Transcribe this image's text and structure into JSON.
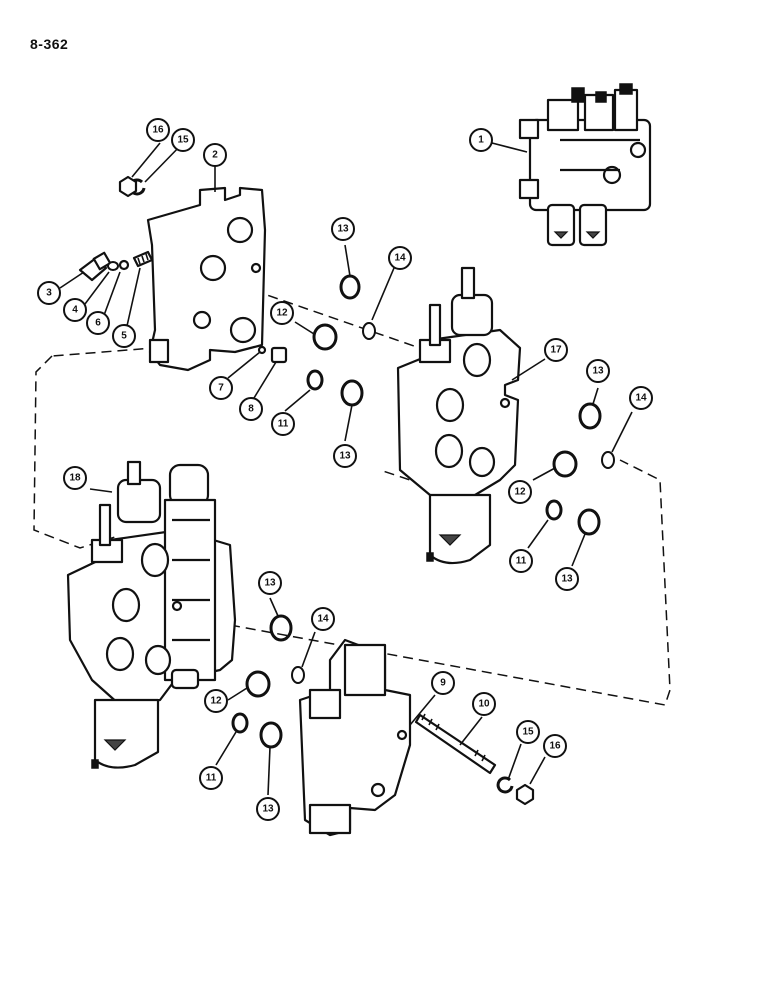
{
  "page_number": "8-362",
  "callouts": [
    "1",
    "2",
    "3",
    "4",
    "5",
    "6",
    "7",
    "8",
    "9",
    "10",
    "11",
    "12",
    "13",
    "14",
    "15",
    "16",
    "17",
    "18"
  ],
  "assembly_labels": {
    "assembled_valve": "1",
    "inlet_end_section": "2",
    "middle_section": "17",
    "front_section": "18",
    "outlet_end_section": "9",
    "tie_rod": "10"
  }
}
